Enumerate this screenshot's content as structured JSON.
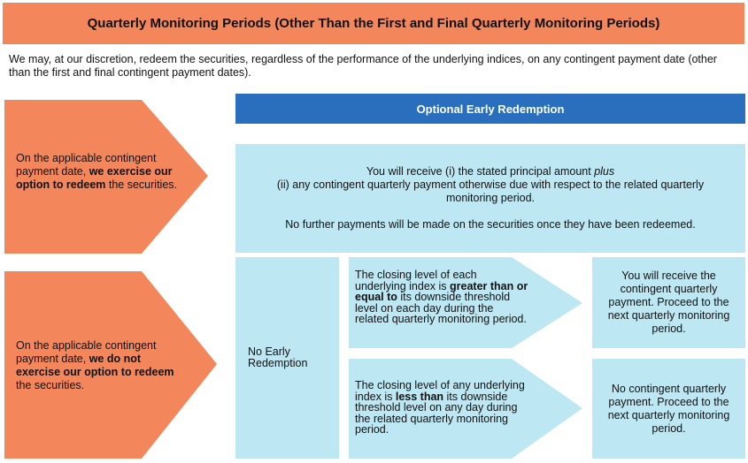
{
  "title": "Quarterly Monitoring Periods (Other Than the First and Final Quarterly Monitoring Periods)",
  "intro": "We may, at our discretion, redeem the securities, regardless of the performance of the underlying indices, on any contingent payment date (other than the first and final contingent payment dates).",
  "colors": {
    "orange": "#f4865c",
    "blue_header": "#2a6ebe",
    "light_blue": "#bde7f2"
  },
  "left_arrows": {
    "exercise": {
      "part1": "On the applicable contingent payment date, ",
      "bold": "we exercise our option to redeem",
      "part2": " the securities."
    },
    "not_exercise": {
      "part1": "On the applicable contingent payment date, ",
      "bold": "we do not exercise our option to redeem",
      "part2": " the securities."
    }
  },
  "optional_early_redemption": {
    "header": "Optional Early Redemption",
    "line1_a": "You will receive (i) the stated principal amount ",
    "line1_em": "plus",
    "line2": "(ii) any contingent quarterly payment otherwise due with respect to the related quarterly monitoring period.",
    "line3": "No further payments will be made on the securities once they have been redeemed."
  },
  "no_early_redemption": "No Early Redemption",
  "conditions": {
    "above": {
      "part1": "The closing level of each underlying index is ",
      "bold": "greater than or equal to",
      "part2": " its downside threshold level on each day during the related quarterly monitoring period."
    },
    "below": {
      "part1": "The closing level of any underlying index is ",
      "bold": "less than",
      "part2": " its downside threshold level on any day during the related quarterly monitoring period."
    }
  },
  "results": {
    "above": "You will receive the contingent quarterly payment. Proceed to the next quarterly monitoring period.",
    "below": "No contingent quarterly payment. Proceed to the next quarterly monitoring period."
  }
}
